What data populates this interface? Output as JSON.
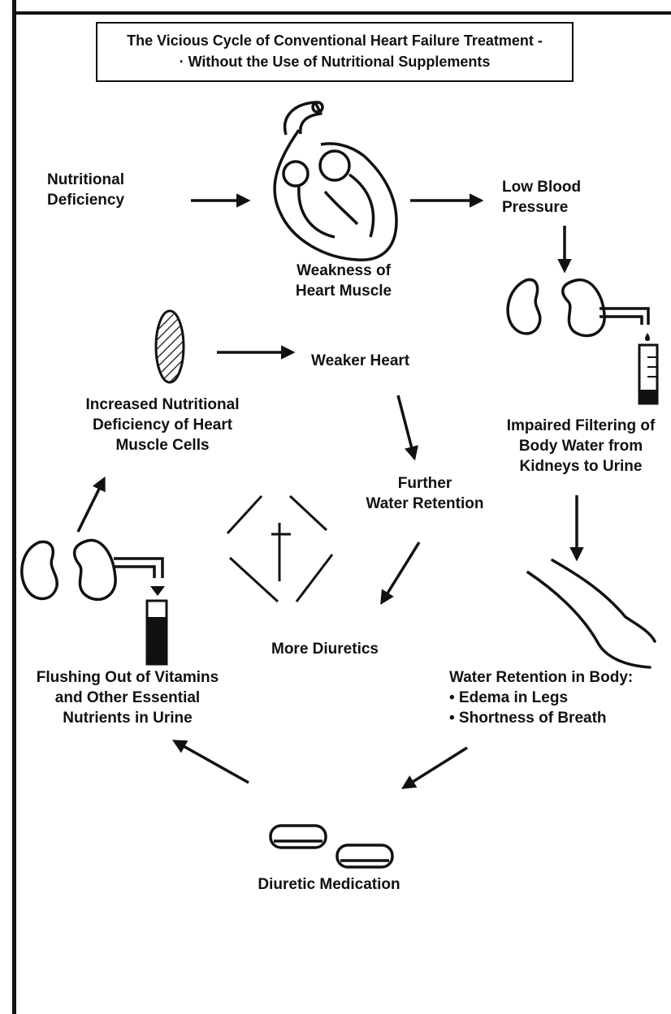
{
  "title": {
    "line1": "The Vicious Cycle of Conventional Heart Failure Treatment -",
    "line2": "· Without the Use of Nutritional Supplements"
  },
  "nodes": {
    "nutritional_deficiency": {
      "line1": "Nutritional",
      "line2": "Deficiency"
    },
    "weakness_heart": {
      "line1": "Weakness of",
      "line2": "Heart Muscle"
    },
    "low_blood_pressure": {
      "line1": "Low Blood",
      "line2": "Pressure"
    },
    "impaired_filtering": {
      "line1": "Impaired Filtering of",
      "line2": "Body Water from",
      "line3": "Kidneys to Urine"
    },
    "water_retention_body": {
      "line1": "Water Retention in Body:",
      "line2": "• Edema in Legs",
      "line3": "• Shortness of Breath"
    },
    "diuretic_medication": {
      "line1": "Diuretic Medication"
    },
    "flushing_out": {
      "line1": "Flushing Out of Vitamins",
      "line2": "and Other Essential",
      "line3": "Nutrients in Urine"
    },
    "increased_deficiency": {
      "line1": "Increased Nutritional",
      "line2": "Deficiency of Heart",
      "line3": "Muscle Cells"
    },
    "weaker_heart": {
      "line1": "Weaker Heart"
    },
    "further_retention": {
      "line1": "Further",
      "line2": "Water Retention"
    },
    "more_diuretics": {
      "line1": "More Diuretics"
    }
  },
  "icons": [
    "heart-icon",
    "kidney-icon",
    "test-tube-icon",
    "leg-icon",
    "pill-icon",
    "cross-icon",
    "hatched-cell-icon"
  ]
}
